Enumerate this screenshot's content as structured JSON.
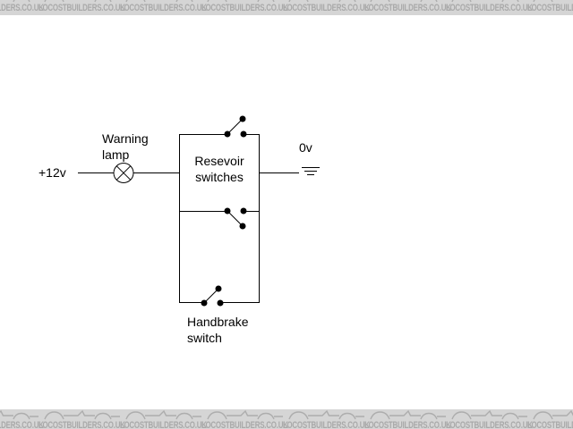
{
  "watermark": {
    "text": "LOCOSTBUILDERS.CO.UK",
    "background_color": "#d5d5d5",
    "text_color": "#a9a9a9",
    "car_icon": "kit-car-silhouette"
  },
  "diagram": {
    "background_color": "#ffffff",
    "line_color": "#000000",
    "labels": {
      "supply": "+12v",
      "warning_lamp": "Warning\nlamp",
      "reservoir_switches": "Resevoir\nswitches",
      "ground": "0v",
      "handbrake_switch": "Handbrake\nswitch"
    }
  }
}
